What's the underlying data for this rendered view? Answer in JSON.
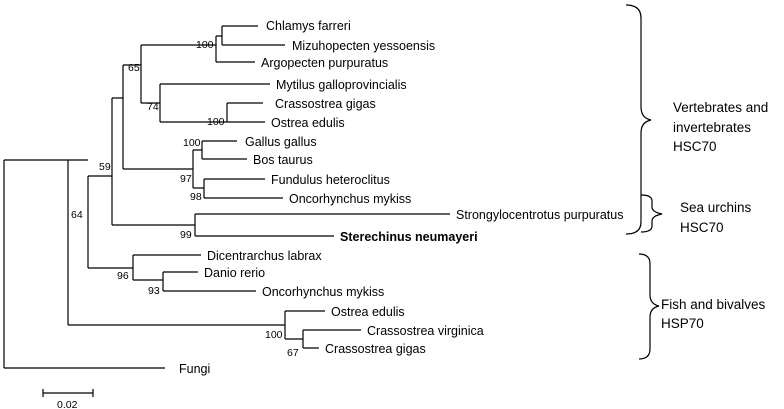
{
  "taxa": {
    "chlamys_farreri": "Chlamys farreri",
    "mizuhopecten_yessoensis": "Mizuhopecten yessoensis",
    "argopecten_purpuratus": "Argopecten purpuratus",
    "mytilus_galloprovincialis": "Mytilus galloprovincialis",
    "crassostrea_gigas_hsc": "Crassostrea gigas",
    "ostrea_edulis_hsc": "Ostrea edulis",
    "gallus_gallus": "Gallus gallus",
    "bos_taurus": "Bos taurus",
    "fundulus_heteroclitus": "Fundulus heteroclitus",
    "oncorhynchus_mykiss_hsc": "Oncorhynchus mykiss",
    "strongylocentrotus_purpuratus": "Strongylocentrotus purpuratus",
    "sterechinus_neumayeri": "Sterechinus neumayeri",
    "dicentrarchus_labrax": "Dicentrarchus labrax",
    "danio_rerio": "Danio rerio",
    "oncorhynchus_mykiss_hsp": "Oncorhynchus mykiss",
    "ostrea_edulis_hsp": "Ostrea edulis",
    "crassostrea_virginica": "Crassostrea virginica",
    "crassostrea_gigas_hsp": "Crassostrea gigas",
    "fungi": "Fungi"
  },
  "bootstrap": {
    "pectinid": "100",
    "bivalve_hsc": "65",
    "mytilus_oyster": "74",
    "oyster_hsc": "100",
    "vertebrate_hsc": "97",
    "bird_mammal": "100",
    "fish_hsc": "98",
    "hsc_all": "59",
    "sea_urchin": "99",
    "ingroup": "64",
    "fish_hsp": "96",
    "danio_oncorhynchus": "93",
    "oyster_hsp": "100",
    "crassostrea_hsp": "67"
  },
  "groups": {
    "vertebrates_invertebrates": [
      "Vertebrates and",
      "invertebrates",
      "HSC70"
    ],
    "sea_urchins": [
      "Sea urchins",
      "HSC70"
    ],
    "fish_bivalves": [
      "Fish and bivalves",
      "HSP70"
    ]
  },
  "scale_bar": {
    "label": "0.02"
  }
}
